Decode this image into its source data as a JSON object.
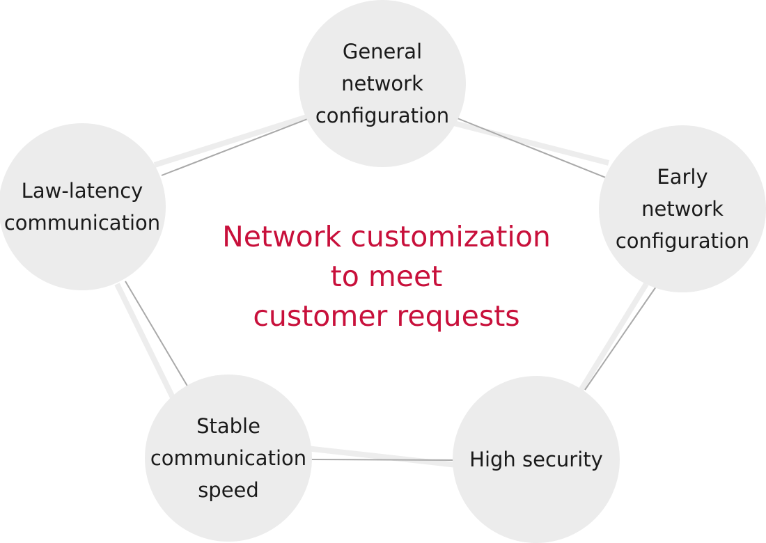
{
  "center_title": "Network customization\nto meet\ncustomer requests",
  "nodes": [
    {
      "id": "general-network-configuration",
      "label": "General\nnetwork\nconfiguration"
    },
    {
      "id": "early-network-configuration",
      "label": "Early\nnetwork\nconfiguration"
    },
    {
      "id": "high-security",
      "label": "High security"
    },
    {
      "id": "stable-communication-speed",
      "label": "Stable\ncommunication\nspeed"
    },
    {
      "id": "law-latency-communication",
      "label": "Law-latency\ncommunication"
    }
  ],
  "edges": [
    [
      "general-network-configuration",
      "early-network-configuration"
    ],
    [
      "early-network-configuration",
      "high-security"
    ],
    [
      "high-security",
      "stable-communication-speed"
    ],
    [
      "stable-communication-speed",
      "law-latency-communication"
    ],
    [
      "law-latency-communication",
      "general-network-configuration"
    ]
  ],
  "colors": {
    "accent": "#c8103b",
    "node_fill": "#ececec",
    "edge": "#a9a9a9",
    "text": "#1a1a1a"
  }
}
